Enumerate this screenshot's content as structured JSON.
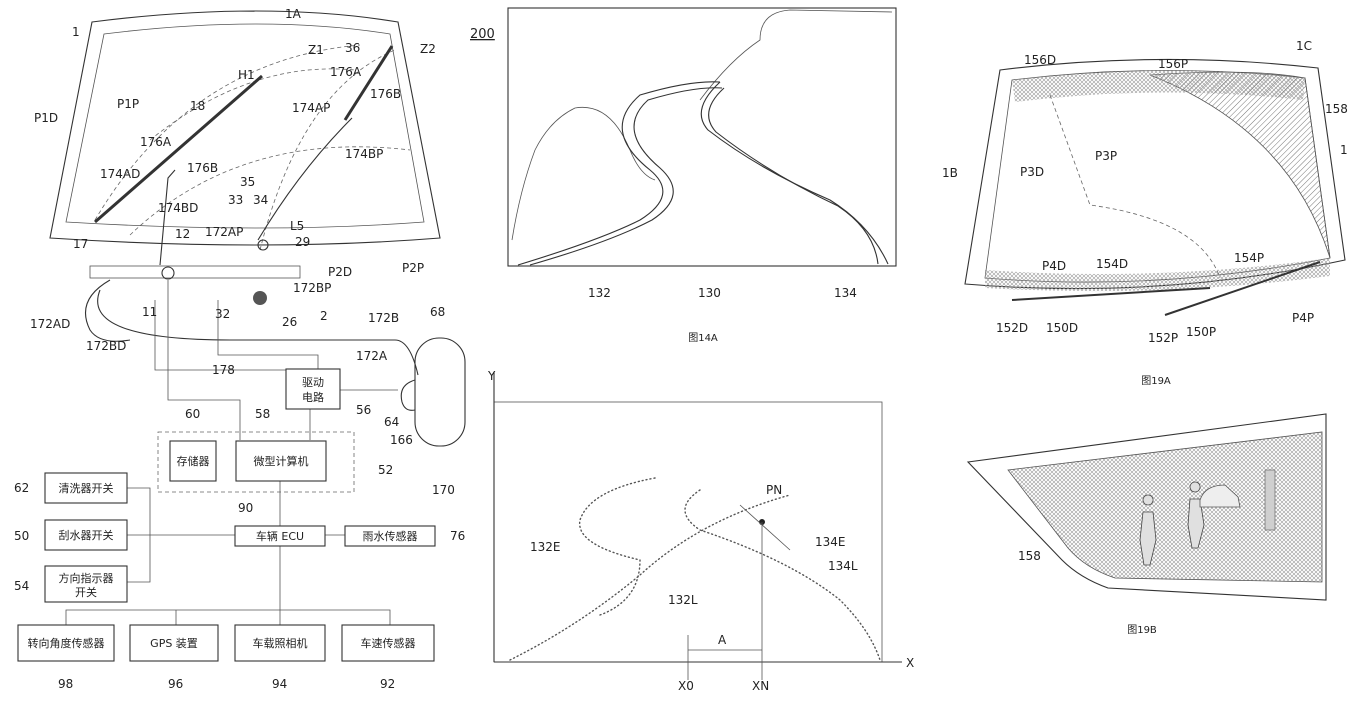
{
  "fig_main": {
    "ref_200": "200",
    "labels": {
      "l1A": "1A",
      "l1": "1",
      "lZ1": "Z1",
      "l36": "36",
      "lZ2": "Z2",
      "lH1": "H1",
      "l176A_r": "176A",
      "lP1P": "P1P",
      "l18": "18",
      "l174AP": "174AP",
      "l176B_r": "176B",
      "lP1D": "P1D",
      "l176A_l": "176A",
      "l174BP": "174BP",
      "l174AD": "174AD",
      "l176B_l": "176B",
      "l35": "35",
      "l33": "33",
      "l34": "34",
      "l174BD": "174BD",
      "l172AP": "172AP",
      "lL5": "L5",
      "l17": "17",
      "l12": "12",
      "l29": "29",
      "lP2D": "P2D",
      "lP2P": "P2P",
      "l172BP": "172BP",
      "l172AD": "172AD",
      "l11": "11",
      "l32": "32",
      "l26": "26",
      "l2": "2",
      "l172B": "172B",
      "l68": "68",
      "l172BD": "172BD",
      "l172A": "172A",
      "l178": "178",
      "l56": "56",
      "l64": "64",
      "l166": "166",
      "l60": "60",
      "l58": "58",
      "l52": "52",
      "l170": "170",
      "l62": "62",
      "l90": "90",
      "l76": "76",
      "l50": "50",
      "l54": "54",
      "l98": "98",
      "l96": "96",
      "l94": "94",
      "l92": "92"
    },
    "boxes": {
      "drive_circuit_1": "驱动",
      "drive_circuit_2": "电路",
      "memory": "存储器",
      "microcomputer": "微型计算机",
      "washer_switch": "清洗器开关",
      "wiper_switch": "刮水器开关",
      "turn_signal_1": "方向指示器",
      "turn_signal_2": "开关",
      "vehicle_ecu": "车辆 ECU",
      "rain_sensor": "雨水传感器",
      "steering_angle_sensor": "转向角度传感器",
      "gps": "GPS 装置",
      "camera": "车载照相机",
      "speed_sensor": "车速传感器"
    }
  },
  "fig_14A": {
    "caption": "图14A",
    "l132": "132",
    "l130": "130",
    "l134": "134"
  },
  "fig_graph": {
    "axis_y": "Y",
    "axis_x": "X",
    "pn": "PN",
    "l132E": "132E",
    "l134E": "134E",
    "l134L": "134L",
    "l132L": "132L",
    "lA": "A",
    "x0": "X0",
    "xn": "XN"
  },
  "fig_19A": {
    "caption": "图19A",
    "labels": {
      "l1C": "1C",
      "l156D": "156D",
      "l156P": "156P",
      "l158": "158",
      "l1": "1",
      "l1B": "1B",
      "lP3D": "P3D",
      "lP3P": "P3P",
      "l154P": "154P",
      "lP4D": "P4D",
      "l154D": "154D",
      "lP4P": "P4P",
      "l152D": "152D",
      "l150D": "150D",
      "l152P": "152P",
      "l150P": "150P"
    }
  },
  "fig_19B": {
    "caption": "图19B",
    "l158": "158"
  }
}
